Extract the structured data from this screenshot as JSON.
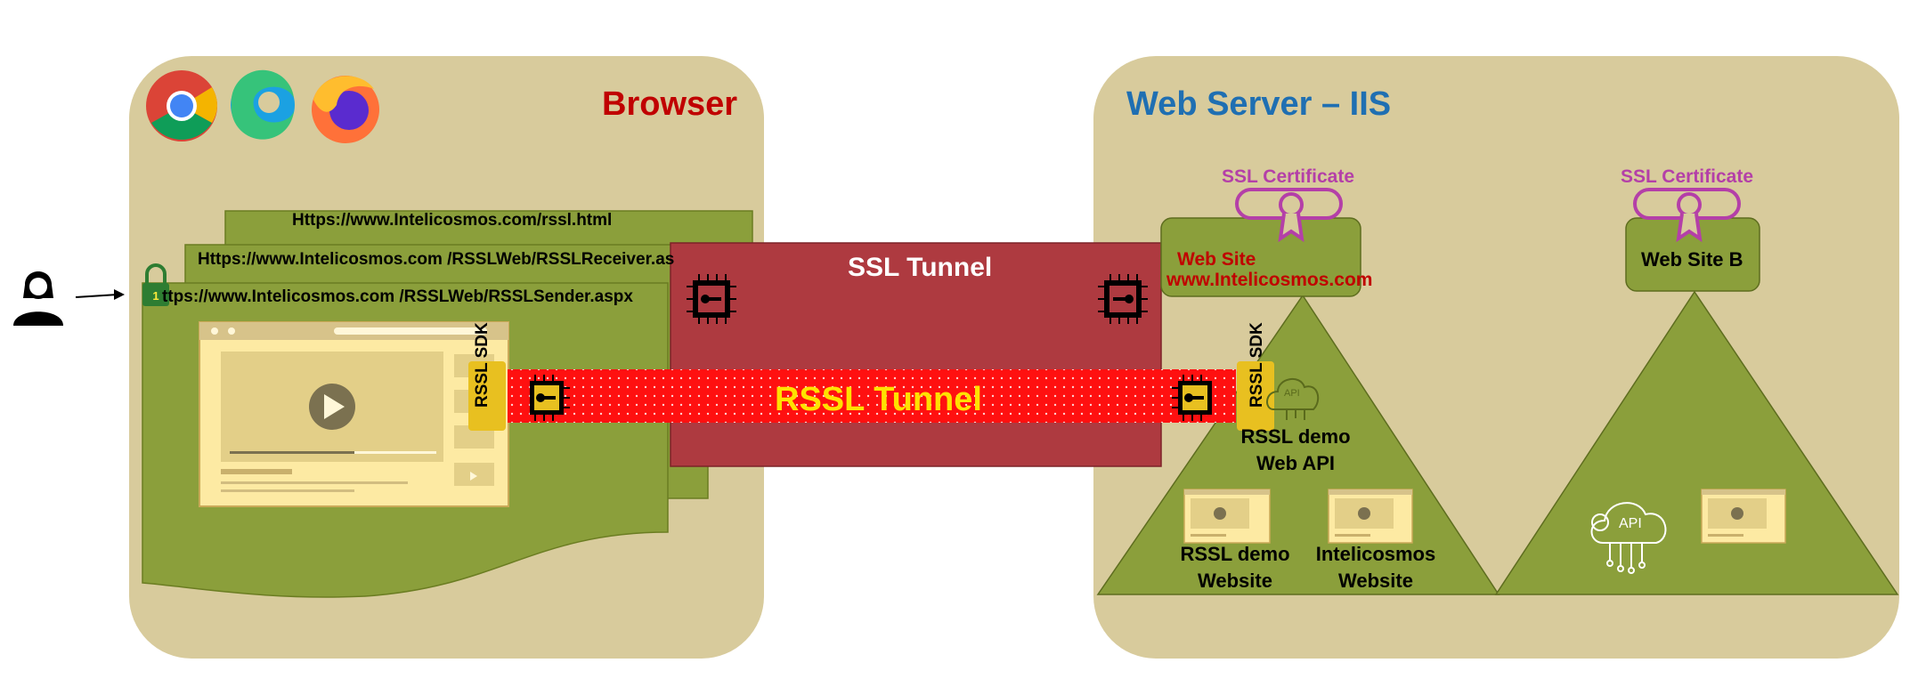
{
  "browser": {
    "title": "Browser",
    "icons": [
      "chrome-icon",
      "edge-icon",
      "firefox-icon"
    ],
    "urls": [
      "Https://www.Intelicosmos.com/rssl.html",
      "Https://www.Intelicosmos.com /RSSLWeb/RSSLReceiver.as",
      "ttps://www.Intelicosmos.com /RSSLWeb/RSSLSender.aspx"
    ],
    "sdk_label": "RSSL SDK"
  },
  "tunnels": {
    "ssl": "SSL Tunnel",
    "rssl": "RSSL Tunnel"
  },
  "server": {
    "title": "Web Server – IIS",
    "cert_label_a": "SSL Certificate",
    "cert_label_b": "SSL Certificate",
    "website_label": "Web Site",
    "website_url": "www.Intelicosmos.com",
    "siteb_label": "Web Site B",
    "sdk_label": "RSSL SDK",
    "api_label": "RSSL demo Web API",
    "demo_site_label": "RSSL  demo Website",
    "intelicosmos_site_label": "Intelicosmos Website"
  },
  "colors": {
    "panel": "#d8cb9c",
    "green": "#8b9f3b",
    "tunnel_dark": "#ae3a40",
    "tunnel_red": "#ff1010",
    "sdk_yellow": "#e8c020",
    "accent_red": "#c00000",
    "accent_blue": "#1f6fb2",
    "cert_purple": "#b43fa8"
  }
}
